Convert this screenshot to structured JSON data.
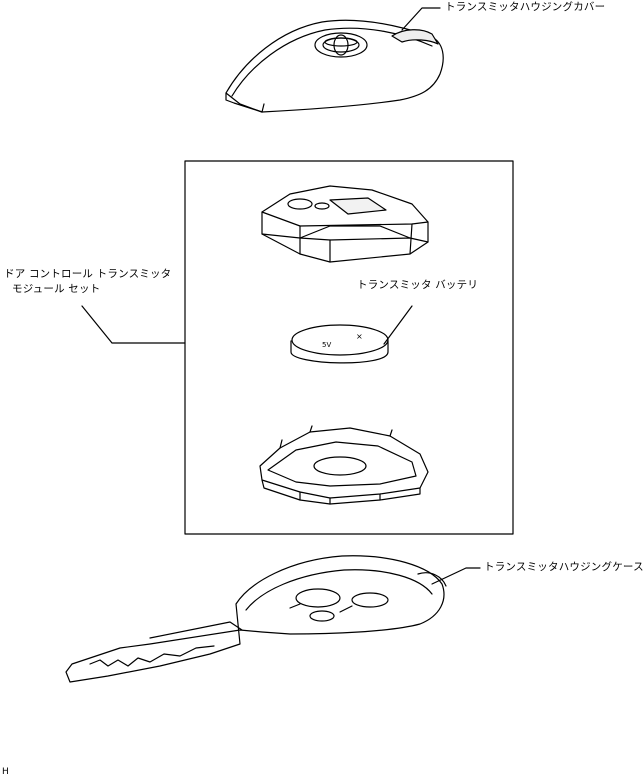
{
  "labels": {
    "housing_cover": "トランスミッタハウジングカバー",
    "module_set_line1": "ドア コントロール トランスミッタ",
    "module_set_line2": "モジュール セット",
    "battery": "トランスミッタ バッテリ",
    "housing_case": "トランスミッタハウジングケース",
    "figure_code": "H"
  },
  "colors": {
    "line": "#000000",
    "fill": "#ffffff",
    "shade": "#e8e8e8"
  }
}
